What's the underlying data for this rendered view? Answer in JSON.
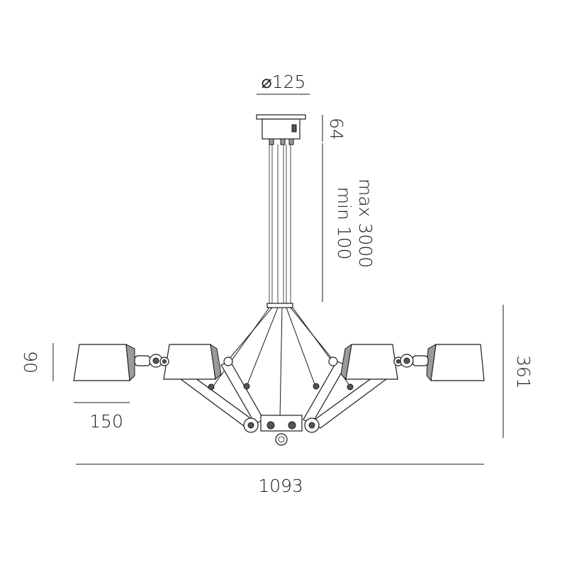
{
  "dimensions": {
    "canopy_diameter": "⌀125",
    "canopy_height": "64",
    "cable_max": "max 3000",
    "cable_min": "min 100",
    "shade_height": "90",
    "shade_width": "150",
    "total_height": "361",
    "total_width": "1093"
  }
}
